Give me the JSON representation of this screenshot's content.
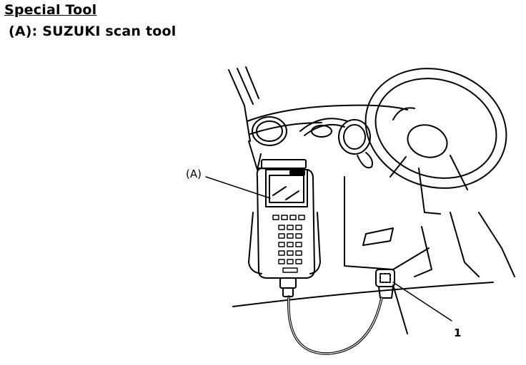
{
  "heading": "Special Tool",
  "tool_entry": "(A): SUZUKI scan tool",
  "illustration": {
    "callout_a": "(A)",
    "callout_1": "1"
  }
}
